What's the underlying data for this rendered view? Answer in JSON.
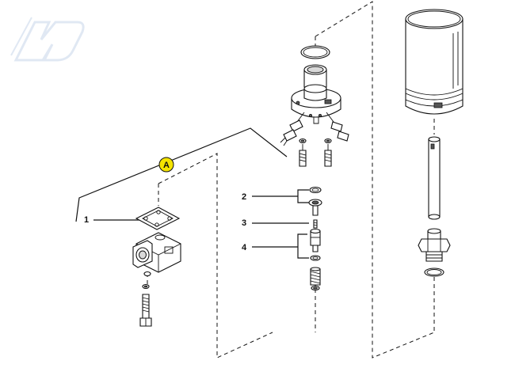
{
  "callouts": {
    "item_1": "1",
    "item_2": "2",
    "item_3": "3",
    "item_4": "4",
    "detail_a": "A"
  },
  "colors": {
    "detail_badge_fill": "#f5e400",
    "line": "#111111",
    "watermark": "#dde6f2"
  },
  "icons": {
    "watermark_logo": "brand-logo-watermark"
  }
}
